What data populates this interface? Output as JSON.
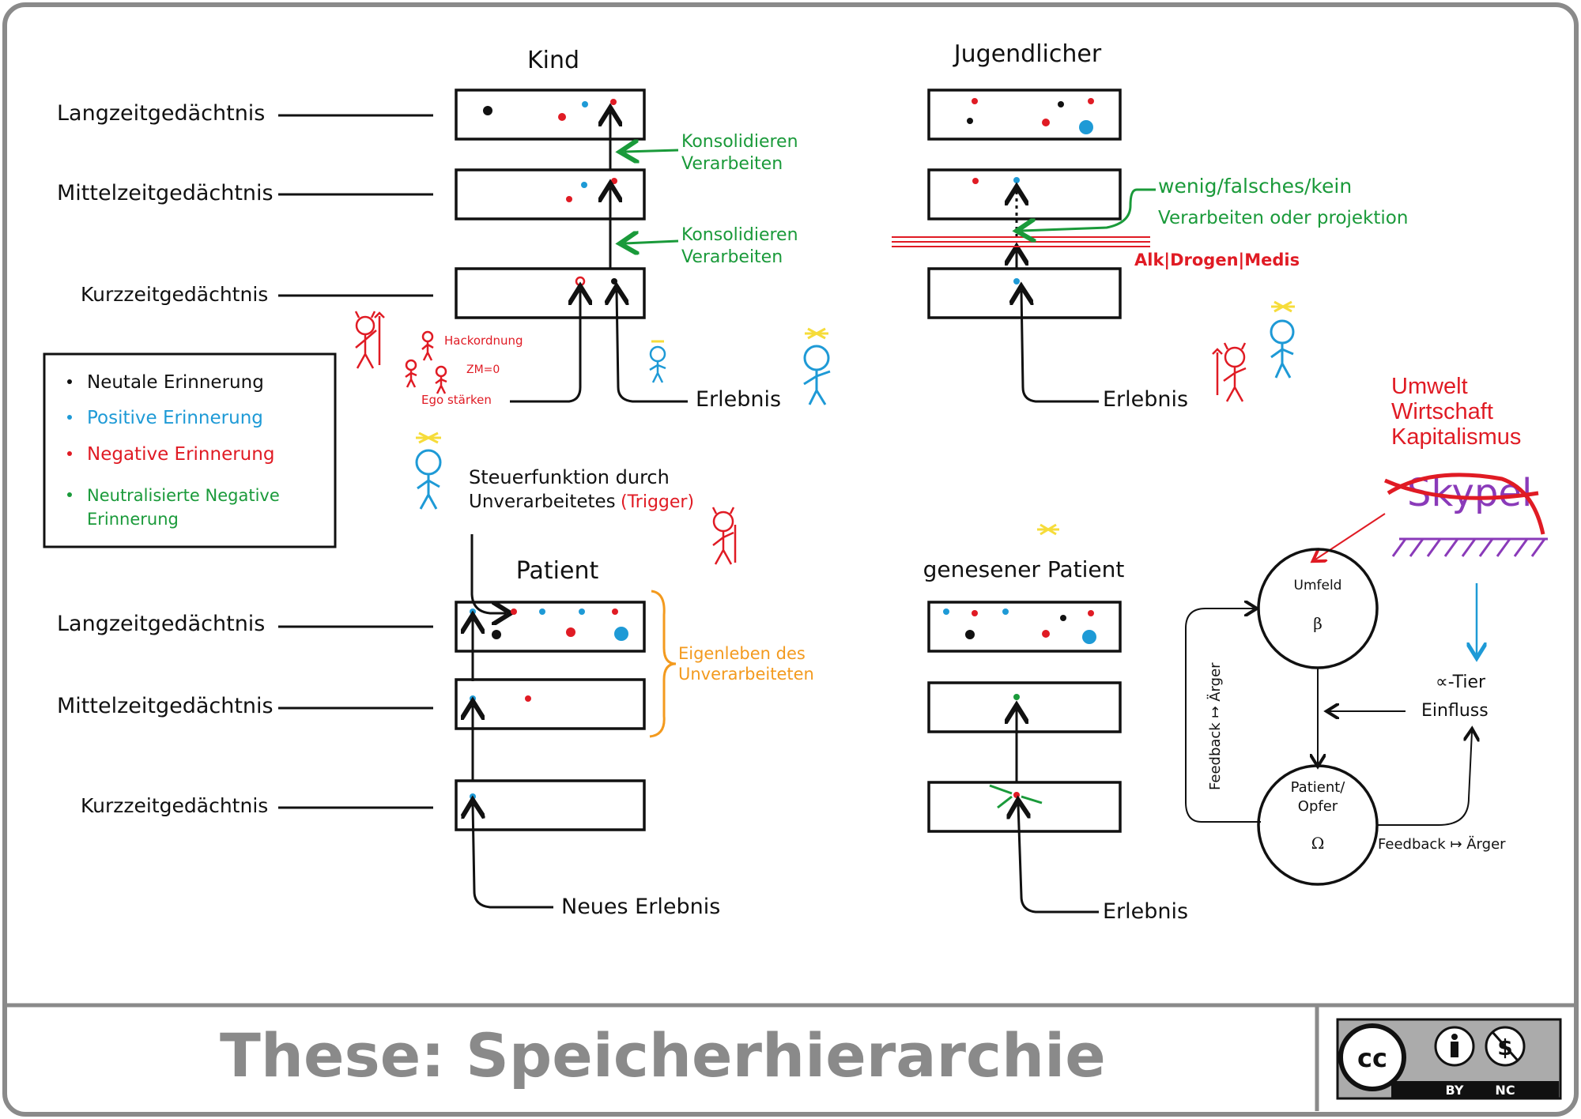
{
  "colors": {
    "black": "#111111",
    "blue": "#1e9ad6",
    "red": "#e01b24",
    "green": "#1a9a3a",
    "orange": "#f39a1e",
    "purple": "#8a3ab9",
    "sun": "#f6dc3a",
    "frame": "#8a8a8a",
    "title": "#8a8a8a"
  },
  "panels": {
    "kind": {
      "title": "Kind"
    },
    "jugend": {
      "title": "Jugendlicher"
    },
    "patient": {
      "title": "Patient"
    },
    "genesen": {
      "title": "genesener Patient"
    }
  },
  "memory_labels": {
    "lang": "Langzeitgedächtnis",
    "mittel": "Mittelzeitgedächtnis",
    "kurz": "Kurzzeitgedächtnis"
  },
  "annotations": {
    "konsolidieren_line1": "Konsolidieren",
    "konsolidieren_line2": "Verarbeiten",
    "erlebnis": "Erlebnis",
    "neues_erlebnis": "Neues Erlebnis",
    "hackordnung": "Hackordnung",
    "zm": "ZM=0",
    "ego": "Ego stärken",
    "wenig_line1": "wenig/falsches/kein",
    "wenig_line2": "Verarbeiten oder projektion",
    "alk": "Alk|Drogen|Medis",
    "steuer_line1": "Steuerfunktion durch",
    "steuer_line2": "Unverarbeitetes",
    "trigger": "(Trigger)",
    "eigenleben_line1": "Eigenleben des",
    "eigenleben_line2": "Unverarbeiteten"
  },
  "legend": {
    "items": [
      {
        "text": "Neutale   Erinnerung",
        "color": "black"
      },
      {
        "text": "Positive  Erinnerung",
        "color": "blue"
      },
      {
        "text": "Negative Erinnerung",
        "color": "red"
      },
      {
        "text": "Neutralisierte Negative",
        "color": "green"
      }
    ],
    "last_line2": "Erinnerung"
  },
  "right_diagram": {
    "umwelt": "Umwelt",
    "wirtschaft": "Wirtschaft",
    "kapitalismus": "Kapitalismus",
    "skypel": "Skypel",
    "umfeld": "Umfeld",
    "beta": "β",
    "patient_line1": "Patient/",
    "patient_line2": "Opfer",
    "omega": "Ω",
    "alpha": "∝-Tier",
    "einfluss": "Einfluss",
    "feedback_left": "Feedback ↦ Ärger",
    "feedback_bottom": "Feedback ↦ Ärger"
  },
  "footer": {
    "title": "These: Speicherhierarchie",
    "cc": "cc",
    "by": "BY",
    "nc": "NC"
  }
}
